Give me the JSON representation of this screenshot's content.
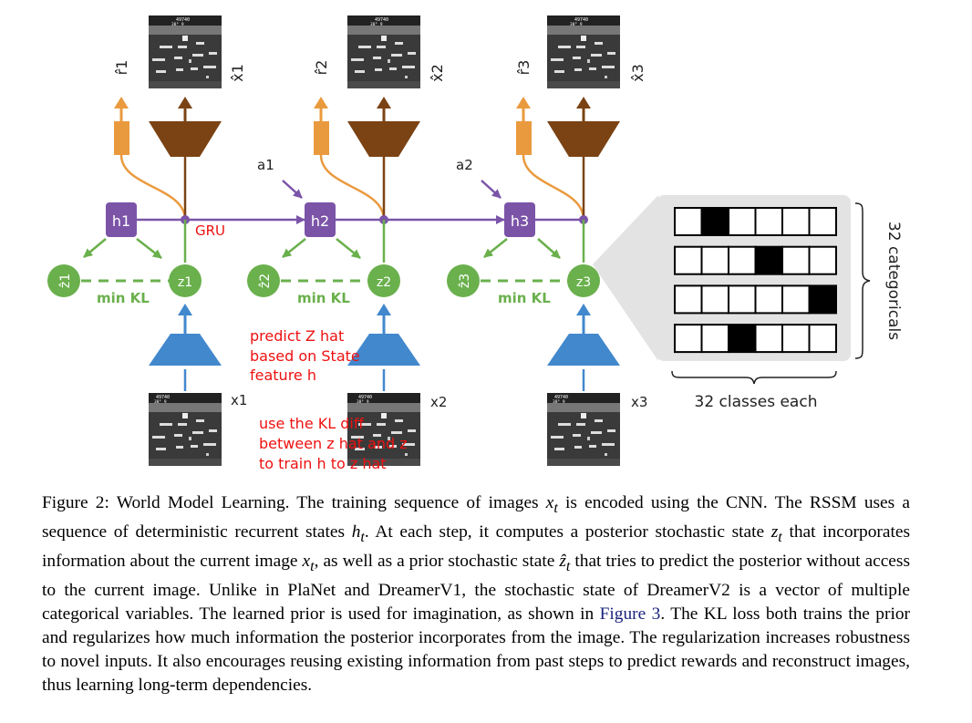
{
  "nodes": {
    "h1": "h1",
    "h2": "h2",
    "h3": "h3",
    "z1": "z1",
    "z2": "z2",
    "z3": "z3",
    "zhat1": "ẑ1",
    "zhat2": "ẑ2",
    "zhat3": "ẑ3",
    "rhat1": "r̂1",
    "rhat2": "r̂2",
    "rhat3": "r̂3",
    "xhat1": "x̂1",
    "xhat2": "x̂2",
    "xhat3": "x̂3",
    "x1": "x1",
    "x2": "x2",
    "x3": "x3",
    "a1": "a1",
    "a2": "a2"
  },
  "labels": {
    "gru": "GRU",
    "min_kl": "min KL",
    "categoricals": "32 categoricals",
    "classes": "32 classes each"
  },
  "annotations": {
    "predict_line1": "predict Z hat",
    "predict_line2": "based on State",
    "predict_line3": "feature h",
    "kl_line1": "use the KL diff",
    "kl_line2": "between z hat and z",
    "kl_line3": "to train h to z hat"
  },
  "frame": {
    "score": "49740",
    "sub": "38ᴾ   9"
  },
  "categorical_grid": {
    "rows": 4,
    "cols": 6,
    "active_cells": [
      1,
      3,
      5,
      2
    ]
  },
  "caption": {
    "p1": "Figure 2: World Model Learning. The training sequence of images ",
    "m1": "x",
    "m1s": "t",
    "p2": " is encoded using the CNN. The RSSM uses a sequence of deterministic recurrent states ",
    "m2": "h",
    "m2s": "t",
    "p3": ". At each step, it computes a posterior stochastic state ",
    "m3": "z",
    "m3s": "t",
    "p4": " that incorporates information about the current image ",
    "m4": "x",
    "m4s": "t",
    "p5": ", as well as a prior stochastic state ",
    "m5": "ẑ",
    "m5s": "t",
    "p6": " that tries to predict the posterior without access to the current image. Unlike in PlaNet and DreamerV1, the stochastic state of DreamerV2 is a vector of multiple categorical variables. The learned prior is used for imagination, as shown in ",
    "ref": "Figure 3",
    "p7": ". The KL loss both trains the prior and regularizes how much information the posterior incorporates from the image. The regularization increases robustness to novel inputs. It also encourages reusing existing information from past steps to predict rewards and reconstruct images, thus learning long-term dependencies."
  },
  "colors": {
    "purple": "#7b54a8",
    "green": "#6ab04c",
    "orange": "#ea9a3e",
    "brown": "#7b4314",
    "blue": "#4288cd",
    "red": "#ee1111"
  }
}
